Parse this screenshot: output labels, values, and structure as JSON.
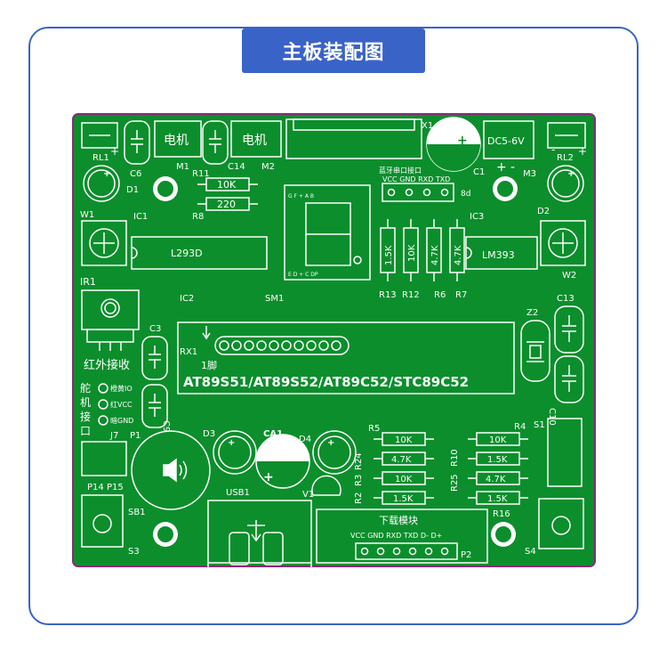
{
  "title": "主板装配图",
  "colors": {
    "board": "#0c8e2c",
    "outline": "#ffffff",
    "border": "#8a2a7a",
    "accent": "#3a63c8"
  },
  "relays": {
    "left": "RL1",
    "right": "RL2",
    "plus": "+",
    "minus": "-"
  },
  "caps": {
    "c6": "C6",
    "c14": "C14",
    "c1": "C1",
    "c3": "C3",
    "c9": "C9",
    "c13": "C13",
    "c10": "C10",
    "ca1": "CA1"
  },
  "motors": {
    "m1_text": "电机",
    "m1": "M1",
    "m2_text": "电机",
    "m2": "M2",
    "m3": "M3"
  },
  "diodes": {
    "d1": "D1",
    "d2": "D2",
    "d3": "D3",
    "d4": "D4",
    "v1": "V1"
  },
  "resistors": {
    "r11": "R11",
    "r8": "R8",
    "r11_val": "10K",
    "r8_val": "220",
    "r13": "R13",
    "r12": "R12",
    "r6": "R6",
    "r7": "R7",
    "r13_val": "1.5K",
    "r12_val": "10K",
    "r6_val": "4.7K",
    "r7_val": "4.7K",
    "r5": "R5",
    "r24": "R24",
    "r3": "R3",
    "r2": "R2",
    "r4": "R4",
    "r10": "R10",
    "r25": "R25",
    "r16": "R16",
    "left_vals": [
      "10K",
      "4.7K",
      "10K",
      "1.5K"
    ],
    "right_vals": [
      "10K",
      "1.5K",
      "4.7K",
      "1.5K"
    ]
  },
  "ics": {
    "ic1": "IC1",
    "ic2": "IC2",
    "ic3": "IC3",
    "l293d": "L293D",
    "lm393": "LM393",
    "mcu": "AT89S51/AT89S52/AT89C52/STC89C52",
    "pin1": "1脚",
    "rx1": "RX1"
  },
  "bluetooth": {
    "label": "蓝牙串口接口",
    "pins": "VCC  GND  RXD  TXD",
    "num": "8d",
    "x1": "X1"
  },
  "power": {
    "dc": "DC5-6V",
    "plus": "+",
    "minus": "-"
  },
  "seg": {
    "sm1": "SM1",
    "top": "G    F   +    A    B",
    "bottom": "E    D   +    C   DP"
  },
  "wires": {
    "w1": "W1",
    "w2": "W2"
  },
  "ir": {
    "ir1": "IR1",
    "label": "红外接收"
  },
  "servo": {
    "chars": [
      "舵",
      "机",
      "接",
      "口"
    ],
    "pins": [
      "橙黄IO",
      "红VCC",
      "暗GND"
    ],
    "j7": "J7"
  },
  "misc": {
    "z2": "Z2",
    "p1": "P1",
    "p14": "P14",
    "p15": "P15",
    "sb1": "SB1",
    "s1": "S1",
    "s3": "S3",
    "s4": "S4",
    "usb1": "USB1",
    "p2": "P2"
  },
  "download": {
    "label": "下载模块",
    "pins": "VCC GND RXD TXD D- D+"
  }
}
